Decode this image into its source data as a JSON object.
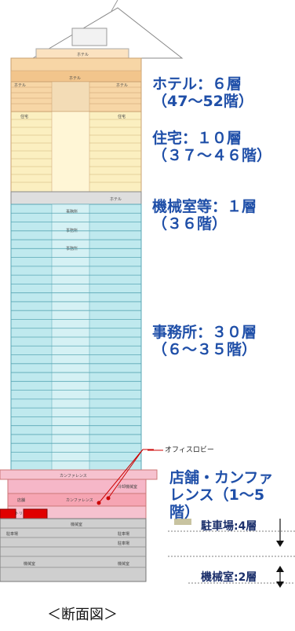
{
  "labels": {
    "hotel": {
      "line1": "ホテル：６層",
      "line2": "（47～52階）"
    },
    "housing": {
      "line1": "住宅：１０層",
      "line2": "（３７～４６階）"
    },
    "machine": {
      "line1": "機械室等：１層",
      "line2": "（３６階）"
    },
    "office": {
      "line1": "事務所：３０層",
      "line2": "（６～３５階）"
    },
    "shops": {
      "line1": "店舗・カンファ",
      "line2": "レンス（1～5",
      "line3": "階）"
    },
    "parking": "駐車場:4層",
    "mech_basement": "機械室:2層",
    "office_lobby": "オフィスロビー"
  },
  "room_labels": {
    "hotel": "ホテル",
    "residence": "住宅",
    "office": "事務所",
    "conference": "カンファレンス",
    "atrium": "アトリウム",
    "shop": "店舗",
    "parking_b": "駐車場",
    "machine_room": "機械室",
    "cold_room": "冷却機械室"
  },
  "caption": "＜断面図＞",
  "colors": {
    "hotel": "#f7d6a6",
    "residence": "#fbefc0",
    "office": "#bfe9ee",
    "podium": "#f6b7c8",
    "basement": "#cfcfcf",
    "label_blue": "#1f4fa8",
    "label_navy": "#1b2f6b",
    "accent_red": "#cc0000"
  }
}
